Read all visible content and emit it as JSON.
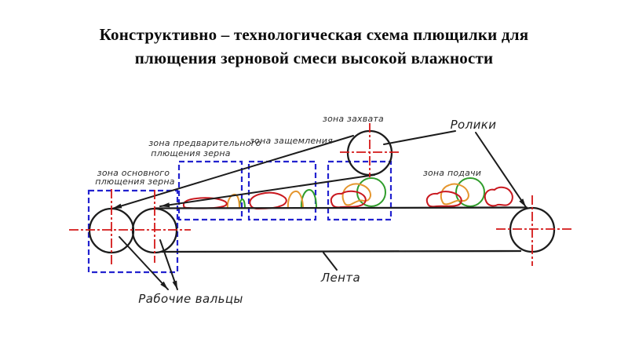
{
  "title": {
    "line1": "Конструктивно – технологическая схема плющилки для",
    "line2": "плющения зерновой смеси высокой влажности"
  },
  "diagram": {
    "labels": {
      "zone_capture": "зона захвата",
      "rollers": "Ролики",
      "zone_pinching": "зона защемления",
      "zone_preliminary_line1": "зона предварительного",
      "zone_preliminary_line2": "плющения зерна",
      "zone_main_line1": "зона основного",
      "zone_main_line2": "плющения зерна",
      "zone_feed": "зона подачи",
      "working_rolls": "Рабочие вальцы",
      "belt": "Лента"
    },
    "colors": {
      "outline": "#1c1c1c",
      "zone_box": "#2222cf",
      "centerline": "#d41717",
      "grain_red": "#c9181f",
      "grain_orange": "#e5962e",
      "grain_green": "#2f9d2b"
    }
  }
}
